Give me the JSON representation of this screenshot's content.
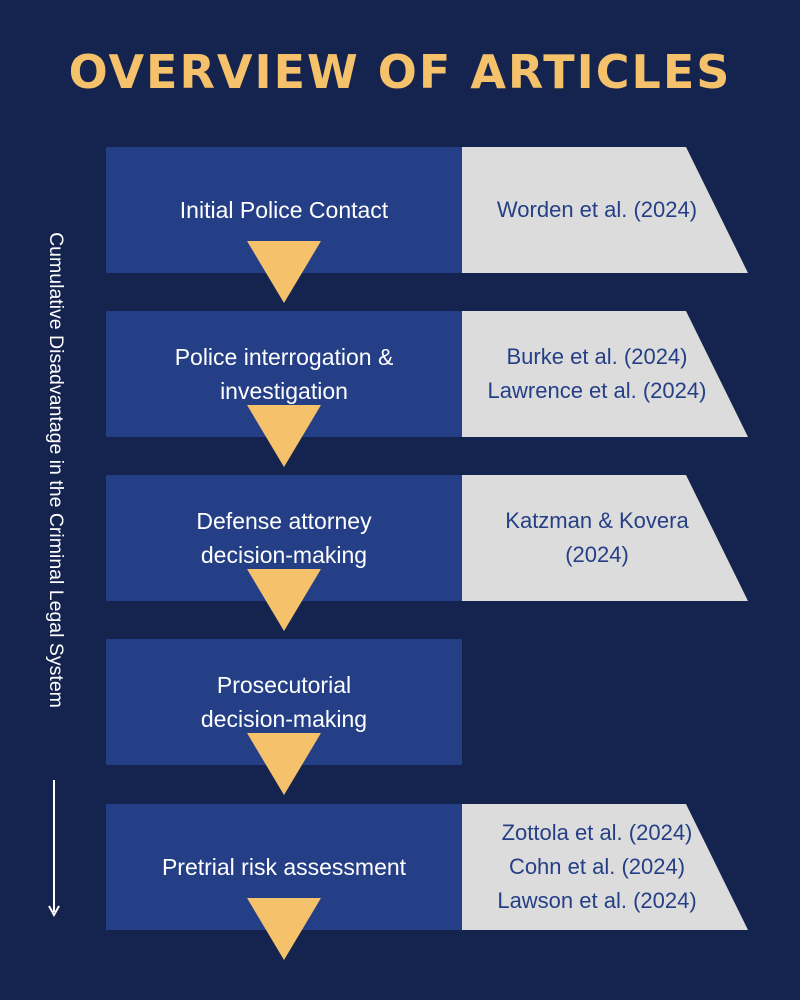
{
  "title": "OVERVIEW OF ARTICLES",
  "side_label": "Cumulative Disadvantage in the Criminal Legal System",
  "colors": {
    "background": "#15244f",
    "stage_box": "#253f86",
    "article_tag": "#dcdcdc",
    "arrow": "#f5c26b",
    "title": "#f5c26b"
  },
  "stages": [
    {
      "label": "Initial Police Contact",
      "articles": "Worden et al. (2024)"
    },
    {
      "label": "Police interrogation &\ninvestigation",
      "articles": "Burke et al. (2024)\nLawrence et al. (2024)"
    },
    {
      "label": "Defense attorney\ndecision-making",
      "articles": "Katzman & Kovera\n(2024)"
    },
    {
      "label": "Prosecutorial\ndecision-making",
      "articles": ""
    },
    {
      "label": "Pretrial risk assessment",
      "articles": "Zottola et al. (2024)\nCohn et al. (2024)\nLawson et al. (2024)"
    }
  ]
}
